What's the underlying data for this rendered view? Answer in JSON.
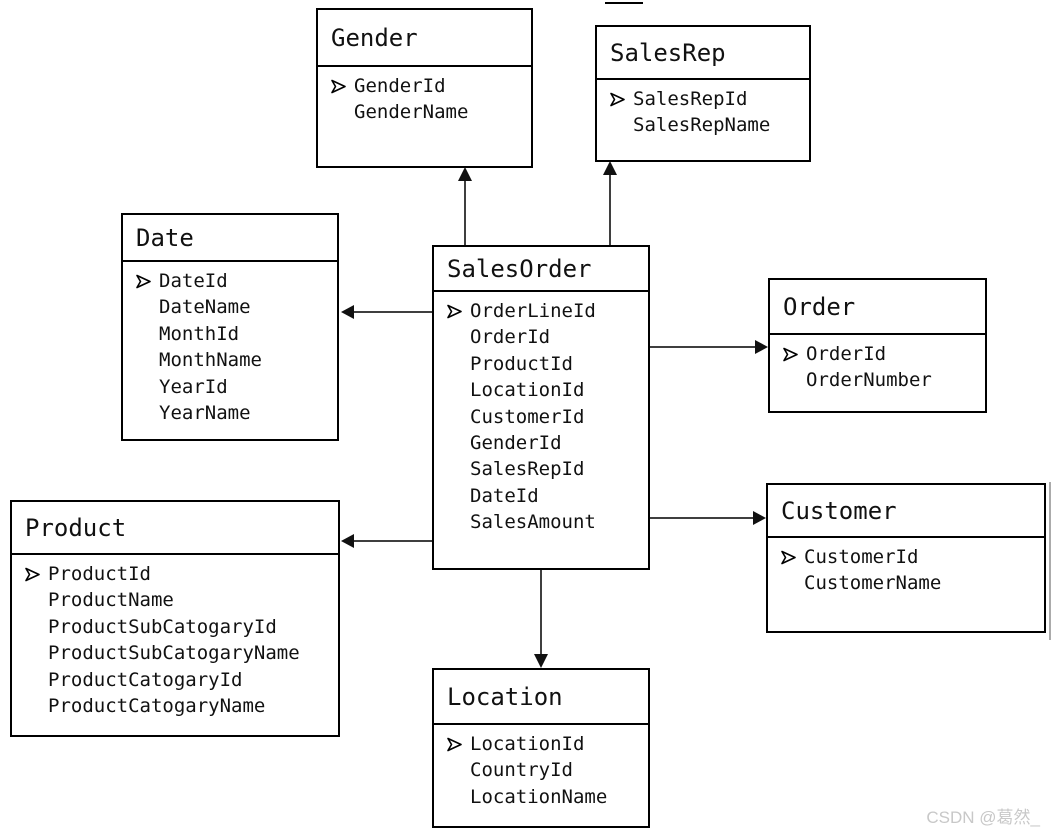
{
  "entities": [
    {
      "name": "Gender",
      "fields": [
        {
          "label": "GenderId",
          "key": true
        },
        {
          "label": "GenderName",
          "key": false
        }
      ]
    },
    {
      "name": "SalesRep",
      "fields": [
        {
          "label": "SalesRepId",
          "key": true
        },
        {
          "label": "SalesRepName",
          "key": false
        }
      ]
    },
    {
      "name": "Date",
      "fields": [
        {
          "label": "DateId",
          "key": true
        },
        {
          "label": "DateName",
          "key": false
        },
        {
          "label": "MonthId",
          "key": false
        },
        {
          "label": "MonthName",
          "key": false
        },
        {
          "label": "YearId",
          "key": false
        },
        {
          "label": "YearName",
          "key": false
        }
      ]
    },
    {
      "name": "SalesOrder",
      "fields": [
        {
          "label": "OrderLineId",
          "key": true
        },
        {
          "label": "OrderId",
          "key": false
        },
        {
          "label": "ProductId",
          "key": false
        },
        {
          "label": "LocationId",
          "key": false
        },
        {
          "label": "CustomerId",
          "key": false
        },
        {
          "label": "GenderId",
          "key": false
        },
        {
          "label": "SalesRepId",
          "key": false
        },
        {
          "label": "DateId",
          "key": false
        },
        {
          "label": "SalesAmount",
          "key": false
        }
      ]
    },
    {
      "name": "Order",
      "fields": [
        {
          "label": "OrderId",
          "key": true
        },
        {
          "label": "OrderNumber",
          "key": false
        }
      ]
    },
    {
      "name": "Customer",
      "fields": [
        {
          "label": "CustomerId",
          "key": true
        },
        {
          "label": "CustomerName",
          "key": false
        }
      ]
    },
    {
      "name": "Product",
      "fields": [
        {
          "label": "ProductId",
          "key": true
        },
        {
          "label": "ProductName",
          "key": false
        },
        {
          "label": "ProductSubCatogaryId",
          "key": false
        },
        {
          "label": "ProductSubCatogaryName",
          "key": false
        },
        {
          "label": "ProductCatogaryId",
          "key": false
        },
        {
          "label": "ProductCatogaryName",
          "key": false
        }
      ]
    },
    {
      "name": "Location",
      "fields": [
        {
          "label": "LocationId",
          "key": true
        },
        {
          "label": "CountryId",
          "key": false
        },
        {
          "label": "LocationName",
          "key": false
        }
      ]
    }
  ],
  "relationships": [
    {
      "from": "SalesOrder",
      "to": "Gender"
    },
    {
      "from": "SalesOrder",
      "to": "SalesRep"
    },
    {
      "from": "SalesOrder",
      "to": "Date"
    },
    {
      "from": "SalesOrder",
      "to": "Order"
    },
    {
      "from": "SalesOrder",
      "to": "Customer"
    },
    {
      "from": "SalesOrder",
      "to": "Product"
    },
    {
      "from": "SalesOrder",
      "to": "Location"
    }
  ],
  "icons": {
    "key_field_marker": "➢"
  },
  "watermark": "CSDN @葛然_",
  "colors": {
    "background": "#ffffff",
    "box_border": "#000000",
    "connector": "#3f3f3f",
    "arrowhead": "#111111",
    "watermark_text": "#c8c8c8"
  }
}
